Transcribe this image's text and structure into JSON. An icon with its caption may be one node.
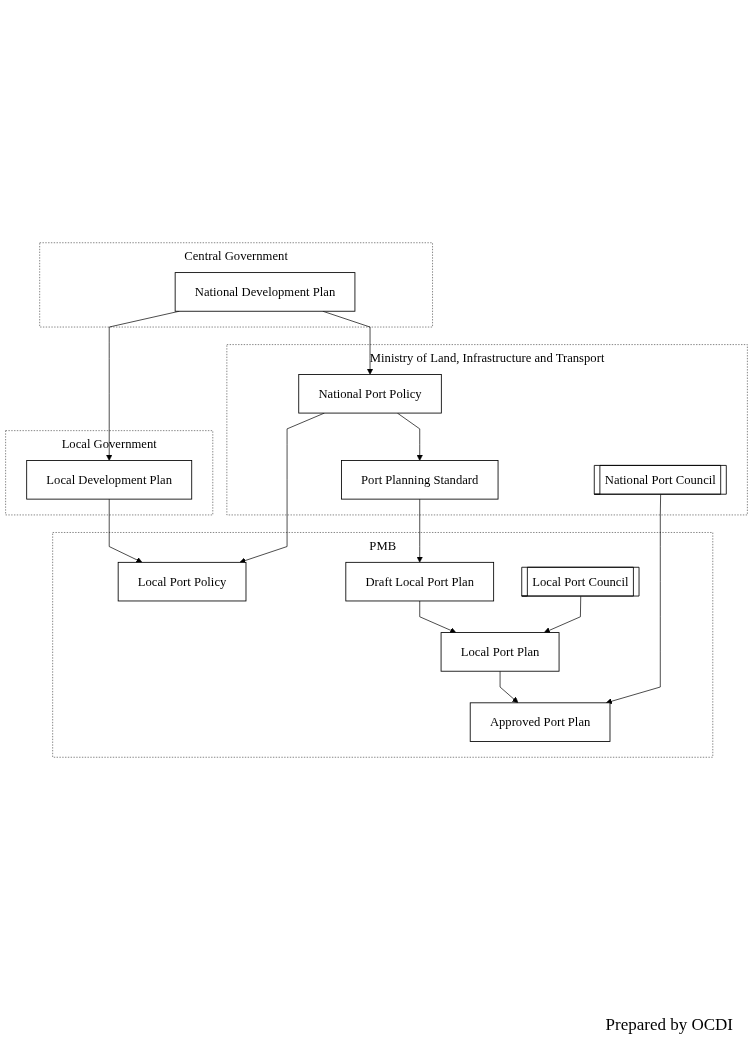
{
  "diagram": {
    "nodes": [
      {
        "text": [
          "Central Government"
        ]
      },
      {
        "text": [
          "National Development Plan"
        ],
        "in": 0
      },
      {
        "text": [
          "Local Government"
        ]
      },
      {
        "text": [
          "Local Development Plan"
        ],
        "in": 2
      },
      {
        "text": [
          "Ministry of Land, Infrastructure and Transport"
        ]
      },
      {
        "text": [
          "National Port Policy"
        ],
        "in": 4
      },
      {
        "text": [
          "Port Planning Standard"
        ],
        "in": 4
      },
      {
        "text": [
          "National Port Council"
        ],
        "in": 4
      },
      {
        "text": [
          "PMB"
        ]
      },
      {
        "text": [
          "Local Port Policy"
        ],
        "in": 8
      },
      {
        "text": [
          "Draft Local Port Plan"
        ],
        "in": 8
      },
      {
        "text": [
          "Local Port Council"
        ],
        "in": 8
      },
      {
        "text": [
          "Local Port Plan"
        ],
        "in": 8
      },
      {
        "text": [
          "Approved Port Plan"
        ],
        "in": 8
      }
    ],
    "edges": [
      {
        "from": 1,
        "to": 3,
        "arrow": "to"
      },
      {
        "from": 1,
        "to": 5,
        "arrow": "to"
      },
      {
        "from": 3,
        "to": 9,
        "arrow": "to"
      },
      {
        "from": 5,
        "to": 9,
        "arrow": "to"
      },
      {
        "from": 5,
        "to": 6,
        "arrow": "to"
      },
      {
        "from": 6,
        "to": 10,
        "arrow": "to"
      },
      {
        "from": 10,
        "to": 12,
        "arrow": "to"
      },
      {
        "from": 11,
        "to": 12,
        "arrow": "to"
      },
      {
        "from": 12,
        "to": 13,
        "arrow": "to"
      },
      {
        "from": 7,
        "to": 13,
        "arrow": "to"
      }
    ],
    "labels": [
      "Prepared by OCDI"
    ]
  }
}
